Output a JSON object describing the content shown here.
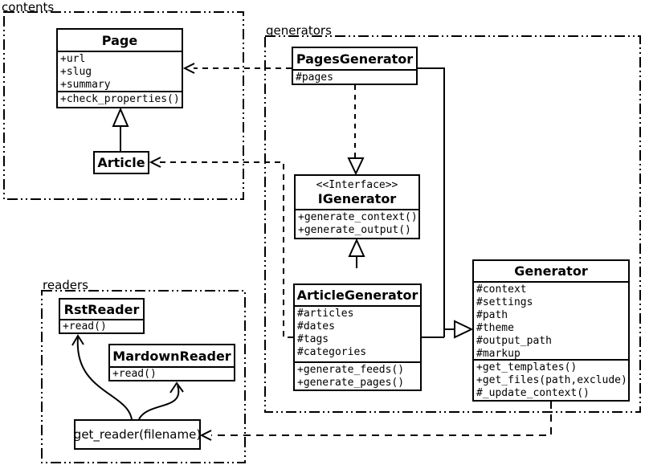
{
  "packages": {
    "contents": {
      "label": "contents"
    },
    "generators": {
      "label": "generators"
    },
    "readers": {
      "label": "readers"
    }
  },
  "classes": {
    "page": {
      "name": "Page",
      "attributes": [
        "+url",
        "+slug",
        "+summary"
      ],
      "methods": [
        "+check_properties()"
      ]
    },
    "article": {
      "name": "Article"
    },
    "pages_generator": {
      "name": "PagesGenerator",
      "attributes": [
        "#pages"
      ]
    },
    "igenerator": {
      "stereotype": "<<Interface>>",
      "name": "IGenerator",
      "methods": [
        "+generate_context()",
        "+generate_output()"
      ]
    },
    "article_generator": {
      "name": "ArticleGenerator",
      "attributes": [
        "#articles",
        "#dates",
        "#tags",
        "#categories"
      ],
      "methods": [
        "+generate_feeds()",
        "+generate_pages()"
      ]
    },
    "generator": {
      "name": "Generator",
      "attributes": [
        "#context",
        "#settings",
        "#path",
        "#theme",
        "#output_path",
        "#markup"
      ],
      "methods": [
        "+get_templates()",
        "+get_files(path,exclude)",
        "#_update_context()"
      ]
    },
    "rst_reader": {
      "name": "RstReader",
      "methods": [
        "+read()"
      ]
    },
    "mardown_reader": {
      "name": "MardownReader",
      "methods": [
        "+read()"
      ]
    },
    "get_reader": {
      "label": "get_reader(filename)"
    }
  },
  "relationships": [
    {
      "type": "generalization",
      "from": "Article",
      "to": "Page"
    },
    {
      "type": "realization",
      "from": "PagesGenerator",
      "to": "IGenerator"
    },
    {
      "type": "generalization",
      "from": "ArticleGenerator",
      "to": "IGenerator"
    },
    {
      "type": "generalization",
      "from": "PagesGenerator",
      "to": "Generator"
    },
    {
      "type": "generalization",
      "from": "ArticleGenerator",
      "to": "Generator"
    },
    {
      "type": "dependency",
      "from": "PagesGenerator",
      "to": "Page"
    },
    {
      "type": "dependency",
      "from": "ArticleGenerator",
      "to": "Article"
    },
    {
      "type": "dependency",
      "from": "Generator",
      "to": "get_reader(filename)"
    },
    {
      "type": "call-arrow",
      "from": "get_reader(filename)",
      "to": "RstReader"
    },
    {
      "type": "call-arrow",
      "from": "get_reader(filename)",
      "to": "MardownReader"
    }
  ],
  "colors": {
    "line": "#000000",
    "background": "#ffffff"
  }
}
